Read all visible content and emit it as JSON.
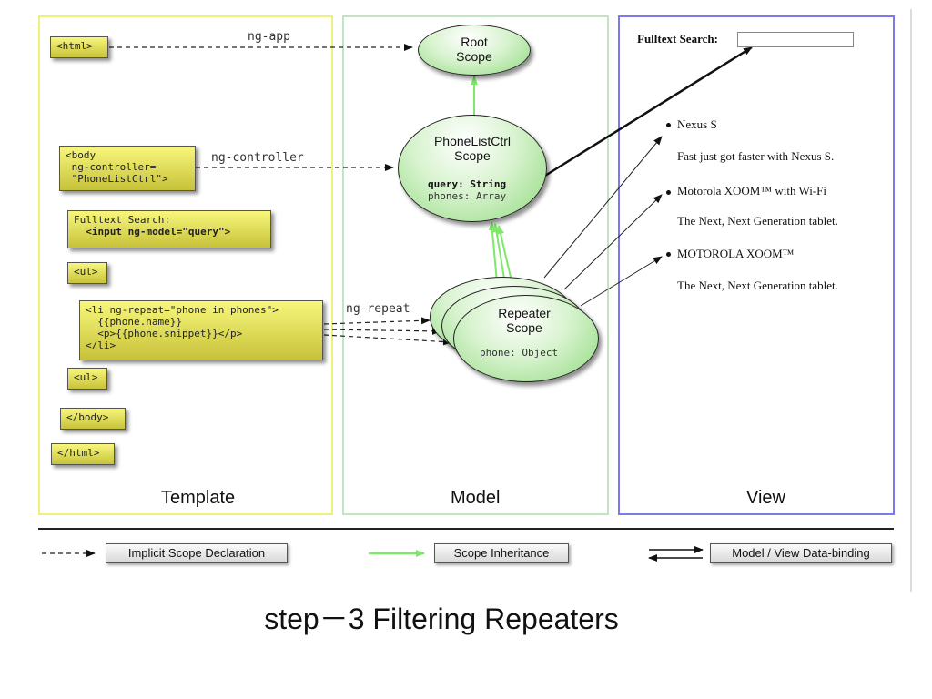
{
  "panels": {
    "template": "Template",
    "model": "Model",
    "view": "View"
  },
  "template_nodes": {
    "html_open": "<html>",
    "body_open_1": "<body",
    "body_open_2": " ng-controller=",
    "body_open_3": " \"PhoneListCtrl\">",
    "search_1": "Fulltext Search:",
    "search_2": "  <input ng-model=\"query\">",
    "ul_open": "<ul>",
    "li_1": "<li ng-repeat=\"phone in phones\">",
    "li_2": "  {{phone.name}}",
    "li_3": "  <p>{{phone.snippet}}</p>",
    "li_4": "</li>",
    "ul_close": "<ul>",
    "body_close": "</body>",
    "html_close": "</html>"
  },
  "edge_labels": {
    "ng_app": "ng-app",
    "ng_controller": "ng-controller",
    "ng_repeat": "ng-repeat"
  },
  "scopes": {
    "root_1": "Root",
    "root_2": "Scope",
    "ctrl_1": "PhoneListCtrl",
    "ctrl_2": "Scope",
    "ctrl_query": "query: String",
    "ctrl_phones": "phones: Array",
    "repeater_1": "Repeater",
    "repeater_2": "Scope",
    "repeater_phone": "phone: Object"
  },
  "view": {
    "search_label": "Fulltext Search:",
    "items": [
      {
        "name": "Nexus S",
        "snippet": "Fast just got faster with Nexus S."
      },
      {
        "name": "Motorola XOOM™ with Wi-Fi",
        "snippet": "The Next, Next Generation tablet."
      },
      {
        "name": "MOTOROLA XOOM™",
        "snippet": "The Next, Next Generation tablet."
      }
    ]
  },
  "legend": {
    "implicit": "Implicit Scope Declaration",
    "inheritance": "Scope Inheritance",
    "binding": "Model / View Data-binding"
  },
  "colors": {
    "template_border": "#f0f07a",
    "model_border": "#bfe6bf",
    "view_border": "#7b7be8",
    "inheritance_arrow": "#7ee86a"
  },
  "caption": "step－3 Filtering Repeaters"
}
